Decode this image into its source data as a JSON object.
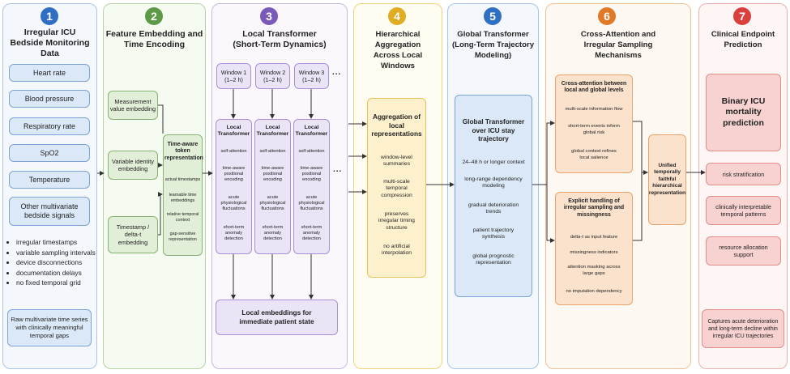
{
  "columns": [
    {
      "num": "1",
      "title": "Irregular ICU\nBedside Monitoring Data",
      "color": "#2f6fc2"
    },
    {
      "num": "2",
      "title": "Feature Embedding and\nTime Encoding",
      "color": "#5c9a47"
    },
    {
      "num": "3",
      "title": "Local Transformer\n(Short-Term Dynamics)",
      "color": "#7a5ab8"
    },
    {
      "num": "4",
      "title": "Hierarchical Aggregation\nAcross Local Windows",
      "color": "#e0ad22"
    },
    {
      "num": "5",
      "title": "Global Transformer\n(Long-Term Trajectory\nModeling)",
      "color": "#2f6fc2"
    },
    {
      "num": "6",
      "title": "Cross-Attention and\nIrregular Sampling\nMechanisms",
      "color": "#e07a28"
    },
    {
      "num": "7",
      "title": "Clinical Endpoint\nPrediction",
      "color": "#d9403c"
    }
  ],
  "col1": {
    "signals": [
      "Heart rate",
      "Blood pressure",
      "Respiratory rate",
      "SpO2",
      "Temperature",
      "Other multivariate\nbedside signals"
    ],
    "bullets": [
      "irregular timestamps",
      "variable sampling intervals",
      "device disconnections",
      "documentation delays",
      "no fixed temporal grid"
    ],
    "bottom": "Raw multivariate time series\nwith clinically meaningful\ntemporal gaps"
  },
  "col2": {
    "embeds": [
      "Measurement\nvalue embedding",
      "Variable identity\nembedding",
      "Timestamp /\ndelta-t\nembedding"
    ],
    "token_title": "Time-aware\ntoken\nrepresentation",
    "token_items": [
      "actual timestamps",
      "learnable time\nembeddings",
      "relative temporal\ncontext",
      "gap-sensitive\nrepresentation"
    ]
  },
  "col3": {
    "windows": [
      "Window 1\n(1–2 h)",
      "Window 2\n(1–2 h)",
      "Window 3\n(1–2 h)"
    ],
    "ellipsis": "...",
    "lt_title": "Local\nTransformer",
    "lt_items": [
      "self-attention",
      "time-aware\npositional\nencoding",
      "acute\nphysiological\nfluctuations",
      "short-term\nanomaly\ndetection"
    ],
    "bottom": "Local embeddings for\nimmediate patient state"
  },
  "col4": {
    "title": "Aggregation of\nlocal\nrepresentations",
    "items": [
      "window-level\nsummaries",
      "multi-scale\ntemporal\ncompression",
      "preserves\nirregular timing\nstructure",
      "no artificial\ninterpolation"
    ]
  },
  "col5": {
    "title": "Global Transformer\nover ICU stay\ntrajectory",
    "items": [
      "24–48 h or longer context",
      "long-range dependency\nmodeling",
      "gradual deterioration\ntrends",
      "patient trajectory\nsynthesis",
      "global prognostic\nrepresentation"
    ]
  },
  "col6": {
    "ca_title": "Cross-attention between\nlocal and global levels",
    "ca_items": [
      "multi-scale information flow",
      "short-term events inform\nglobal risk",
      "global context refines\nlocal salience"
    ],
    "irr_title": "Explicit handling of\nirregular sampling and\nmissingness",
    "irr_items": [
      "delta-t as input feature",
      "missingness indicators",
      "attention masking across\nlarge gaps",
      "no imputation dependency"
    ],
    "unified": "Unified\ntemporally\nfaithful\nhierarchical\nrepresentation"
  },
  "col7": {
    "main": "Binary ICU\nmortality\nprediction",
    "items": [
      "risk stratification",
      "clinically interpretable\ntemporal patterns",
      "resource allocation\nsupport"
    ],
    "bottom": "Captures acute deterioration\nand long-term decline within\nirregular ICU trajectories"
  }
}
